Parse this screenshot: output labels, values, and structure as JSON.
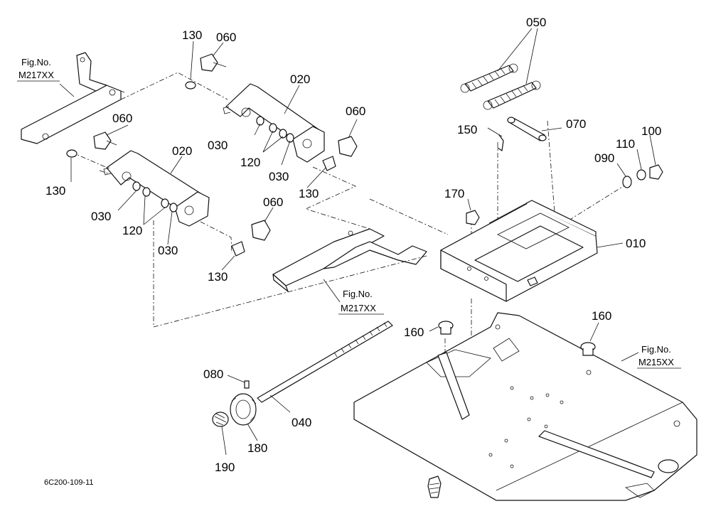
{
  "drawing_code": "6C200-109-11",
  "callouts": [
    "130",
    "060",
    "020",
    "050",
    "060",
    "030",
    "120",
    "030",
    "150",
    "070",
    "100",
    "060",
    "020",
    "110",
    "090",
    "130",
    "170",
    "130",
    "030",
    "120",
    "030",
    "060",
    "010",
    "130",
    "160",
    "160",
    "080",
    "040",
    "180",
    "190"
  ],
  "references": [
    {
      "line1": "Fig.No.",
      "line2": "M217XX"
    },
    {
      "line1": "Fig.No.",
      "line2": "M217XX"
    },
    {
      "line1": "Fig.No.",
      "line2": "M215XX"
    }
  ]
}
